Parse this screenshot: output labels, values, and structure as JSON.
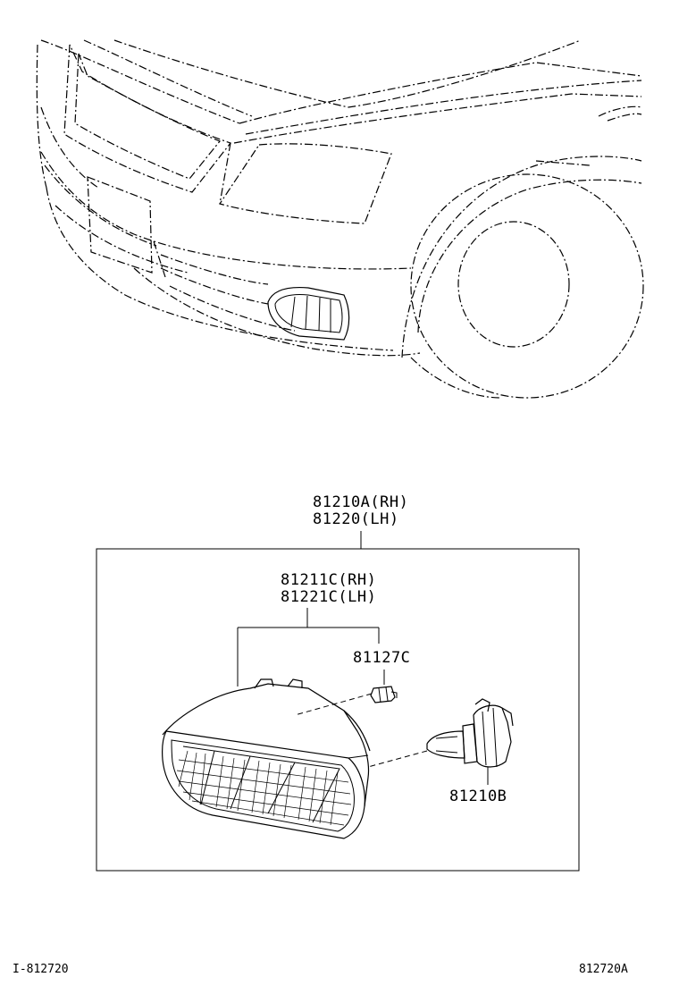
{
  "diagram": {
    "assembly": {
      "part_rh": "81210A(RH)",
      "part_lh": "81220(LH)"
    },
    "lens": {
      "part_rh": "81211C(RH)",
      "part_lh": "81221C(LH)"
    },
    "socket": {
      "part": "81127C"
    },
    "bulb": {
      "part": "81210B"
    }
  },
  "footer": {
    "left_code": "I-812720",
    "right_code": "812720A"
  }
}
